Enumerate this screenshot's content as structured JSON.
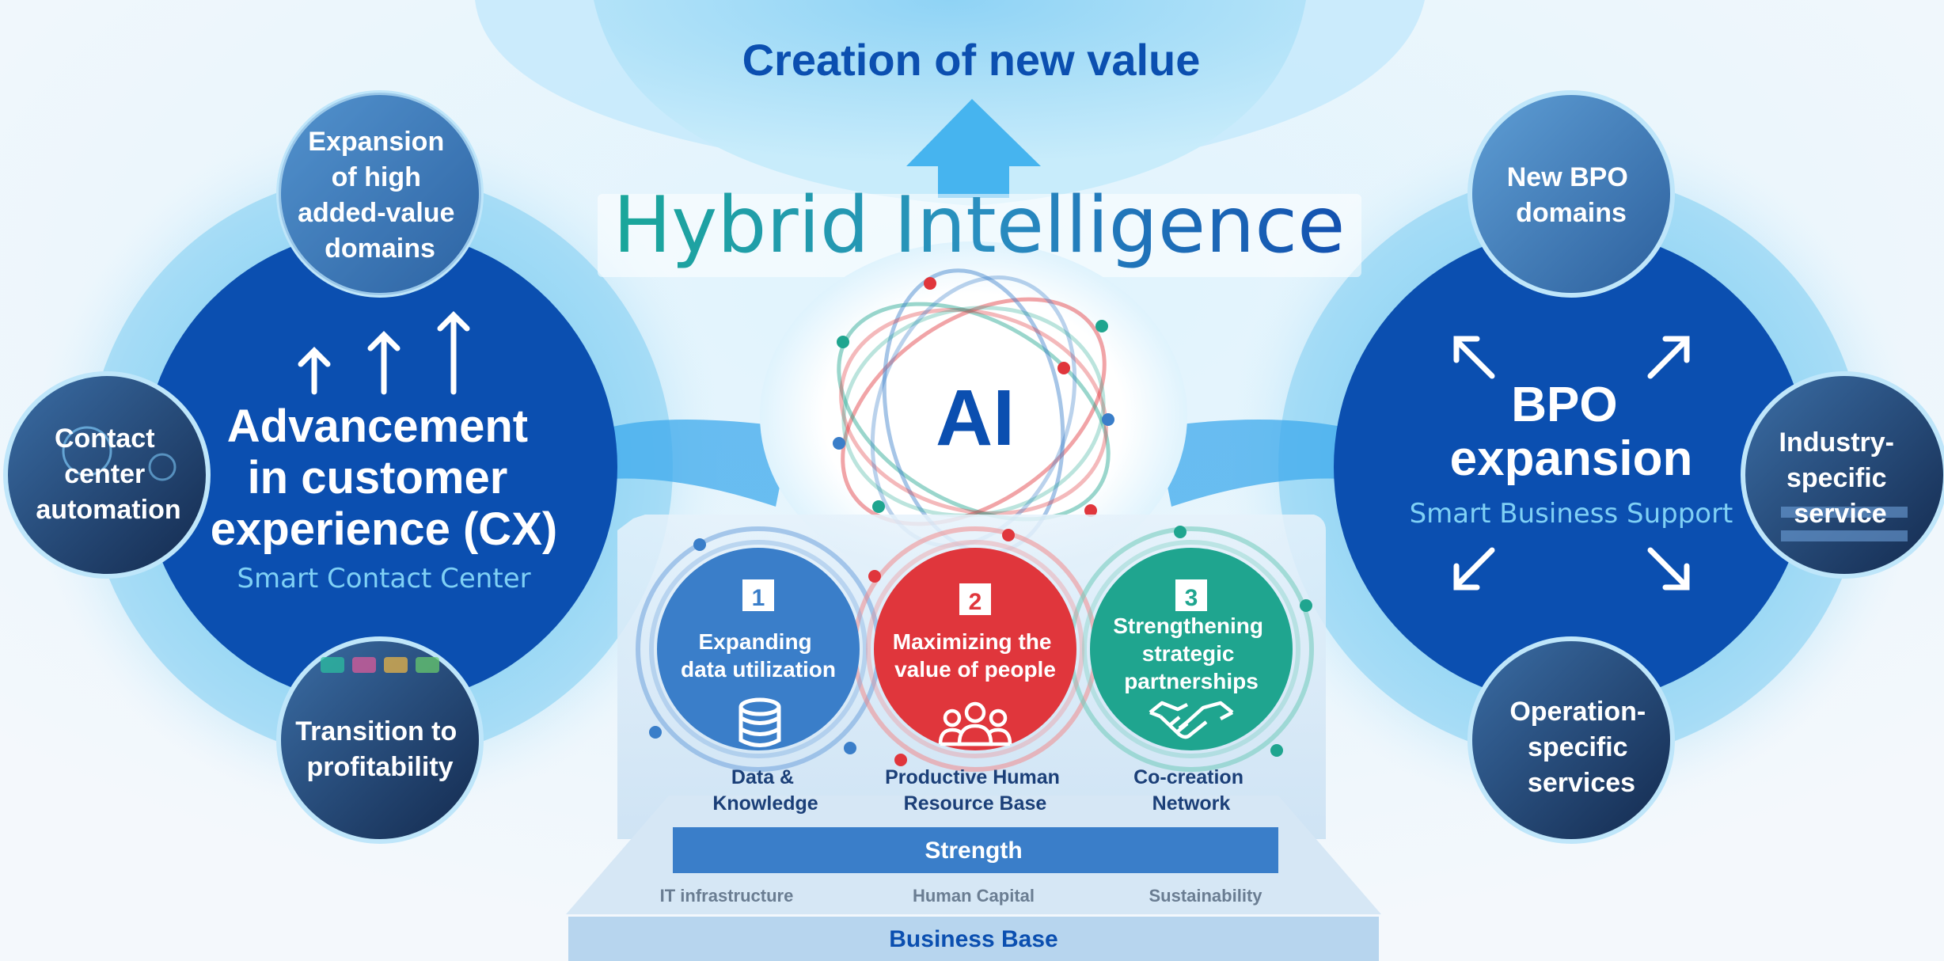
{
  "top": {
    "title": "Creation of new value",
    "headline": "Hybrid Intelligence"
  },
  "core": {
    "label": "AI"
  },
  "left": {
    "title_lines": [
      "Advancement",
      "in customer",
      "experience (CX)"
    ],
    "subtitle": "Smart Contact Center",
    "satellites": [
      {
        "lines": [
          "Expansion",
          "of high",
          "added-value",
          "domains"
        ]
      },
      {
        "lines": [
          "Contact",
          "center",
          "automation"
        ]
      },
      {
        "lines": [
          "Transition to",
          "profitability"
        ]
      }
    ]
  },
  "right": {
    "title_lines": [
      "BPO",
      "expansion"
    ],
    "subtitle": "Smart Business Support",
    "satellites": [
      {
        "lines": [
          "New BPO",
          "domains"
        ]
      },
      {
        "lines": [
          "Industry-",
          "specific",
          "service"
        ]
      },
      {
        "lines": [
          "Operation-",
          "specific",
          "services"
        ]
      }
    ]
  },
  "pillars": [
    {
      "number": "1",
      "lines": [
        "Expanding",
        "data utilization"
      ],
      "icon": "database-icon",
      "caption": [
        "Data &",
        "Knowledge"
      ],
      "color": "#3a7ec9"
    },
    {
      "number": "2",
      "lines": [
        "Maximizing the",
        "value of people"
      ],
      "icon": "people-icon",
      "caption": [
        "Productive Human",
        "Resource Base"
      ],
      "color": "#e0363c"
    },
    {
      "number": "3",
      "lines": [
        "Strengthening",
        "strategic",
        "partnerships"
      ],
      "icon": "handshake-icon",
      "caption": [
        "Co-creation",
        "Network"
      ],
      "color": "#1fa58f"
    }
  ],
  "strength": "Strength",
  "base": {
    "items": [
      "IT infrastructure",
      "Human Capital",
      "Sustainability"
    ],
    "label": "Business Base"
  },
  "colors": {
    "dark_blue": "#0b4fb0",
    "light_blue": "#8fd3f5",
    "red": "#e0363c",
    "teal": "#1fa58f",
    "strength_bar": "#3a7ec9"
  }
}
